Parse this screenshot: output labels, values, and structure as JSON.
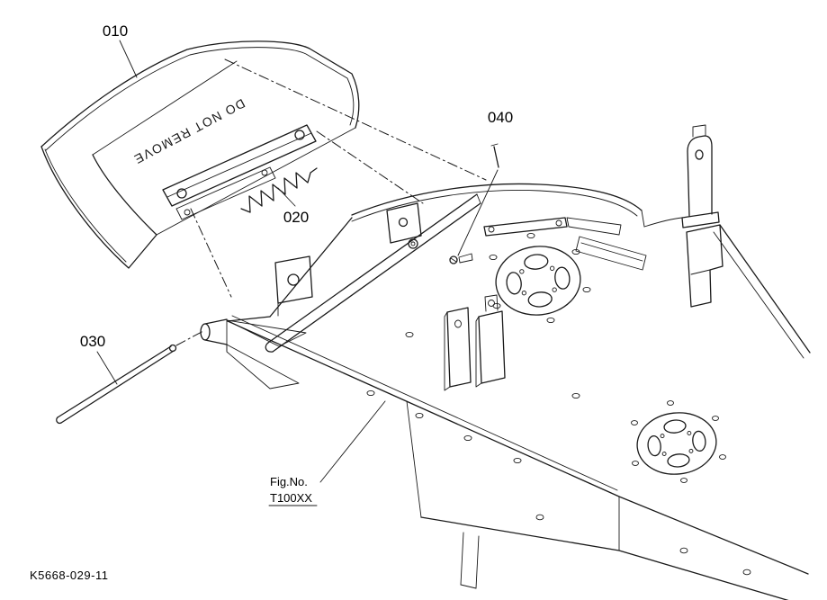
{
  "title_block": {
    "figure_label": "Fig.No.",
    "figure_number": "T100XX",
    "drawing_code": "K5668-029-11"
  },
  "callouts": {
    "deflector": "010",
    "spring": "020",
    "rod": "030",
    "pin": "040"
  },
  "deflector": {
    "warning_text": "DO NOT REMOVE"
  },
  "colors": {
    "line_color": "#1a1a1a",
    "background": "#ffffff"
  }
}
